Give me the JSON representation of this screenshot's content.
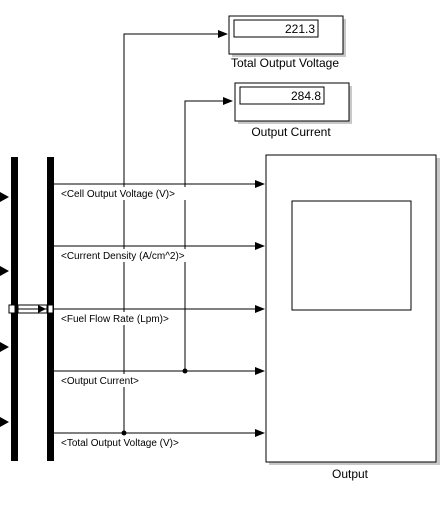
{
  "signals": [
    {
      "label": "<Cell Output Voltage (V)>"
    },
    {
      "label": "<Current Density (A/cm^2)>"
    },
    {
      "label": "<Fuel Flow Rate (Lpm)>"
    },
    {
      "label": "<Output Current>"
    },
    {
      "label": "<Total Output Voltage (V)>"
    }
  ],
  "displays": [
    {
      "caption": "Total Output Voltage",
      "value": "221.3"
    },
    {
      "caption": "Output Current",
      "value": "284.8"
    }
  ],
  "scope": {
    "caption": "Output"
  },
  "colors": {
    "line": "#000000",
    "block_shadow": "#c8c8c8",
    "background": "#ffffff"
  }
}
